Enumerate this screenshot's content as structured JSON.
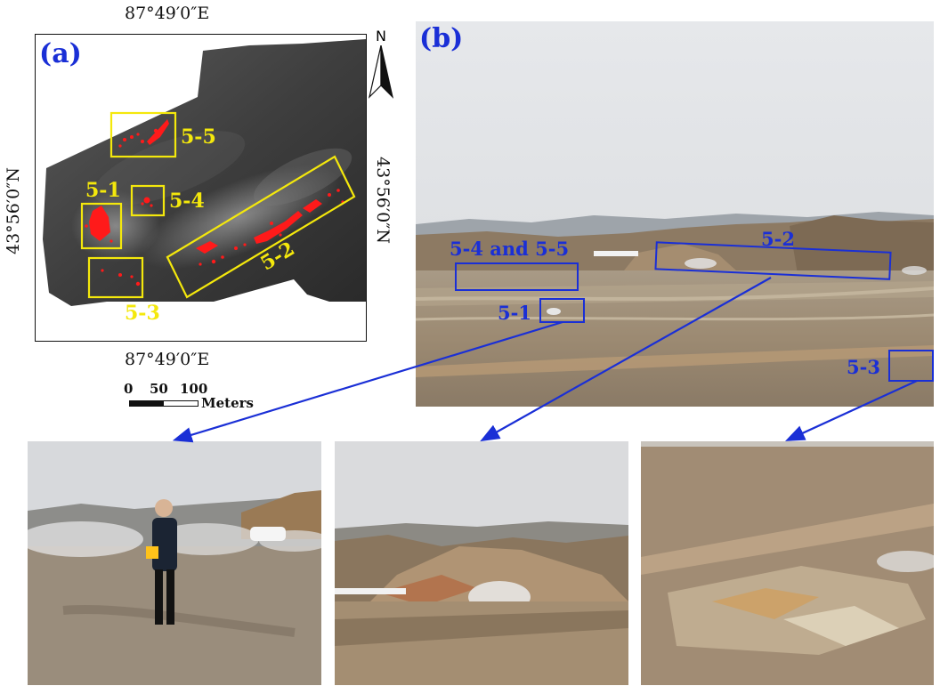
{
  "panel_a": {
    "label": "(a)",
    "coord_top": "87°49′0″E",
    "coord_bottom": "87°49′0″E",
    "coord_left": "43°56′0″N",
    "coord_right": "43°56′0″N",
    "north_letter": "N",
    "scale": {
      "t0": "0",
      "t50": "50",
      "t100": "100",
      "unit": "Meters"
    },
    "zones": [
      "5-5",
      "5-1",
      "5-4",
      "5-2",
      "5-3"
    ]
  },
  "panel_b": {
    "label": "(b)",
    "zones": [
      "5-4 and 5-5",
      "5-2",
      "5-1",
      "5-3"
    ]
  },
  "colors": {
    "panel_label": "#1a2fd6",
    "zone_box_map": "#f4e80c",
    "zone_box_photo": "#1a2fd6",
    "hotspot": "#ff1a1a"
  }
}
